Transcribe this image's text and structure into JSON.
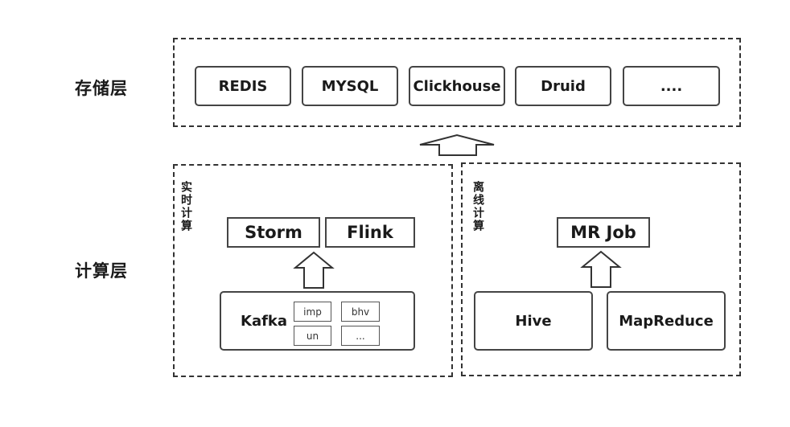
{
  "layers": {
    "storage": "存储层",
    "compute": "计算层"
  },
  "storage": {
    "items": [
      "REDIS",
      "MYSQL",
      "Clickhouse",
      "Druid",
      "...."
    ]
  },
  "realtime": {
    "title": "实时计算",
    "engines": [
      "Storm",
      "Flink"
    ],
    "source": "Kafka",
    "topics": [
      "imp",
      "bhv",
      "un",
      "..."
    ]
  },
  "offline": {
    "title": "离线计算",
    "job": "MR Job",
    "sources": [
      "Hive",
      "MapReduce"
    ]
  }
}
